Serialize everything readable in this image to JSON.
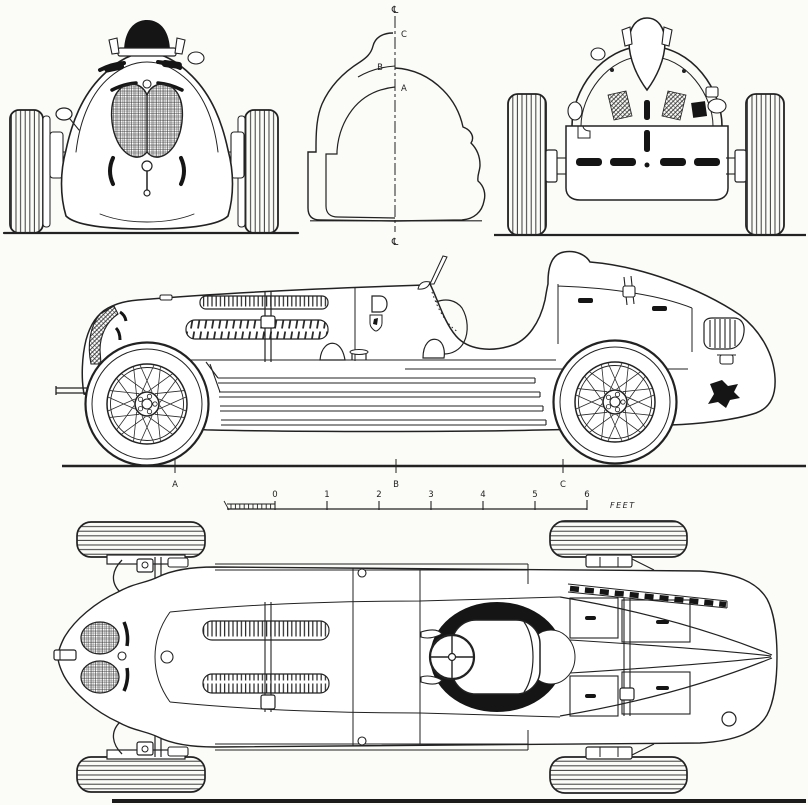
{
  "colors": {
    "paper": "#fbfbf8",
    "ink": "#222222",
    "solid_black": "#151515"
  },
  "section_view": {
    "centerline_top": "℄",
    "label_c": "C",
    "label_b": "B",
    "label_a": "A",
    "centerline_bottom": "℄"
  },
  "side_view": {
    "station_a": "A",
    "station_b": "B",
    "station_c": "C"
  },
  "scale_bar": {
    "ticks": [
      "0",
      "1",
      "2",
      "3",
      "4",
      "5",
      "6"
    ],
    "unit_label": "FEET"
  },
  "icons": {
    "shield_badge": "ferrari-shield-badge"
  }
}
